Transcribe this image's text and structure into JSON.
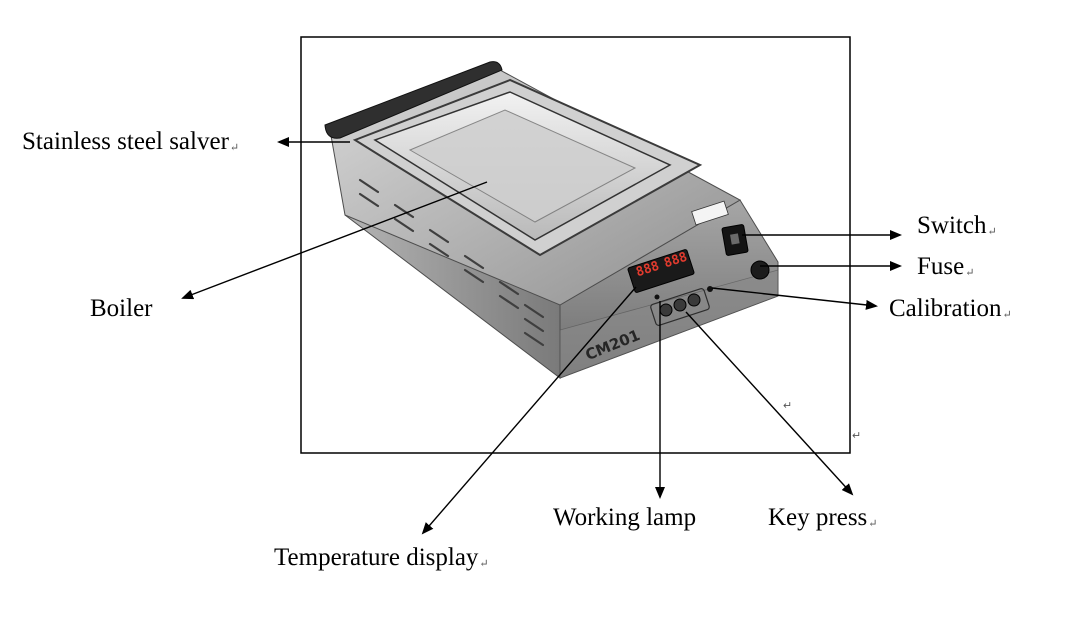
{
  "labels": {
    "salver": "Stainless steel salver",
    "boiler": "Boiler",
    "switch": "Switch",
    "fuse": "Fuse",
    "calibration": "Calibration",
    "working_lamp": "Working lamp",
    "key_press": "Key press",
    "temperature_display": "Temperature display"
  },
  "device": {
    "model_text": "CM201",
    "display_left": "888",
    "display_right": "888"
  },
  "paragraph_mark": "↵",
  "colors": {
    "ink": "#000000",
    "metal_light": "#c9c9c9",
    "metal_mid": "#9c9c9c",
    "metal_dark": "#5a5a5a",
    "display_red": "#e23b2e"
  }
}
